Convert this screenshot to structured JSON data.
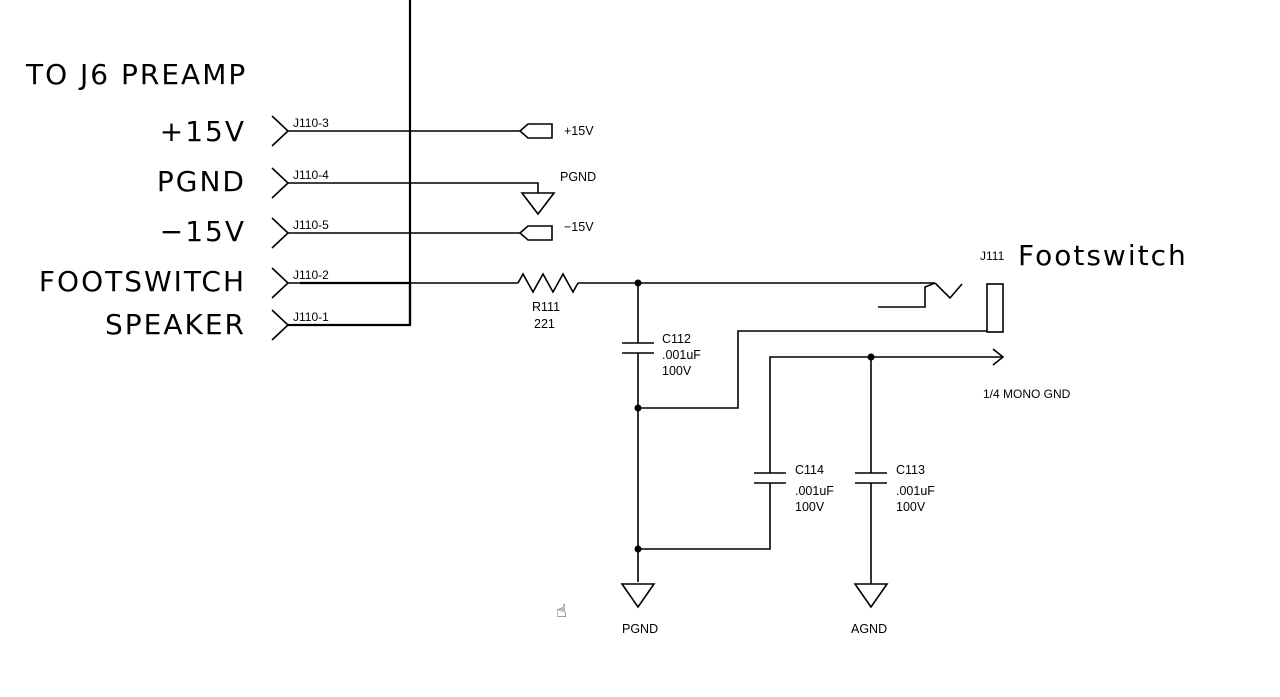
{
  "connector_header": "TO J6 PREAMP",
  "connector_pins": [
    {
      "signal": "+15V",
      "pin": "J110-3"
    },
    {
      "signal": "PGND",
      "pin": "J110-4"
    },
    {
      "signal": "−15V",
      "pin": "J110-5"
    },
    {
      "signal": "FOOTSWITCH",
      "pin": "J110-2"
    },
    {
      "signal": "SPEAKER",
      "pin": "J110-1"
    }
  ],
  "power_flags": {
    "plus15": "+15V",
    "pgnd_top": "PGND",
    "minus15": "−15V"
  },
  "resistor": {
    "ref": "R111",
    "value": "221"
  },
  "capacitors": [
    {
      "ref": "C112",
      "value": ".001uF",
      "voltage": "100V"
    },
    {
      "ref": "C114",
      "value": ".001uF",
      "voltage": "100V"
    },
    {
      "ref": "C113",
      "value": ".001uF",
      "voltage": "100V"
    }
  ],
  "jack": {
    "ref": "J111",
    "name": "Footswitch"
  },
  "mono_gnd_label": "1/4 MONO GND",
  "grounds": {
    "pgnd_bottom": "PGND",
    "agnd": "AGND"
  },
  "cursor_icon": "hand-cursor-icon"
}
